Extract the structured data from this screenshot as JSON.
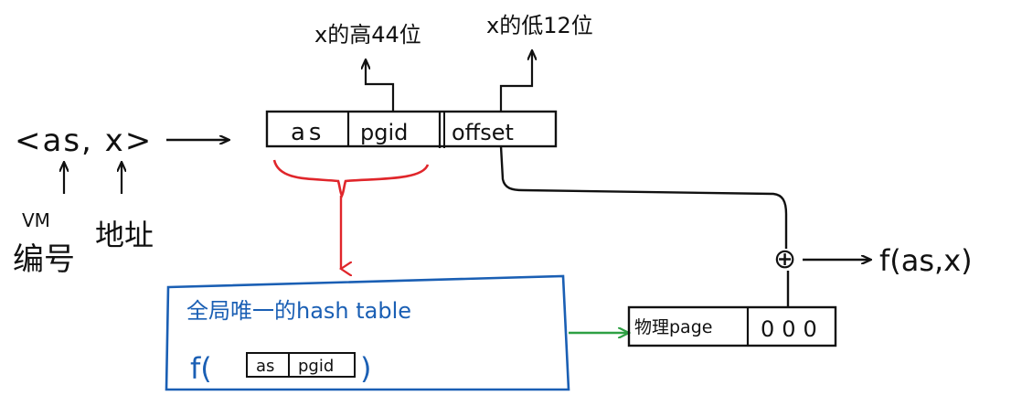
{
  "input": {
    "tuple": "<as, x>",
    "vm_label": "VM",
    "vm_id_label": "编号",
    "address_label": "地址"
  },
  "address_fields": {
    "as": "as",
    "pgid": "pgid",
    "offset": "offset"
  },
  "bit_labels": {
    "high_bits": "x的高44位",
    "low_bits": "x的低12位"
  },
  "hash_table": {
    "title": "全局唯一的hash table",
    "func_prefix": "f(",
    "func_suffix": ")",
    "key_as": "as",
    "key_pgid": "pgid"
  },
  "physical_entry": {
    "page_label": "物理page",
    "tail_label": "000"
  },
  "result": {
    "label": "f(as,x)",
    "operator": "⊕"
  },
  "colors": {
    "ink": "#111111",
    "bracket_red": "#e0262b",
    "table_blue": "#1a5fb4",
    "arrow_green": "#2ea043"
  }
}
